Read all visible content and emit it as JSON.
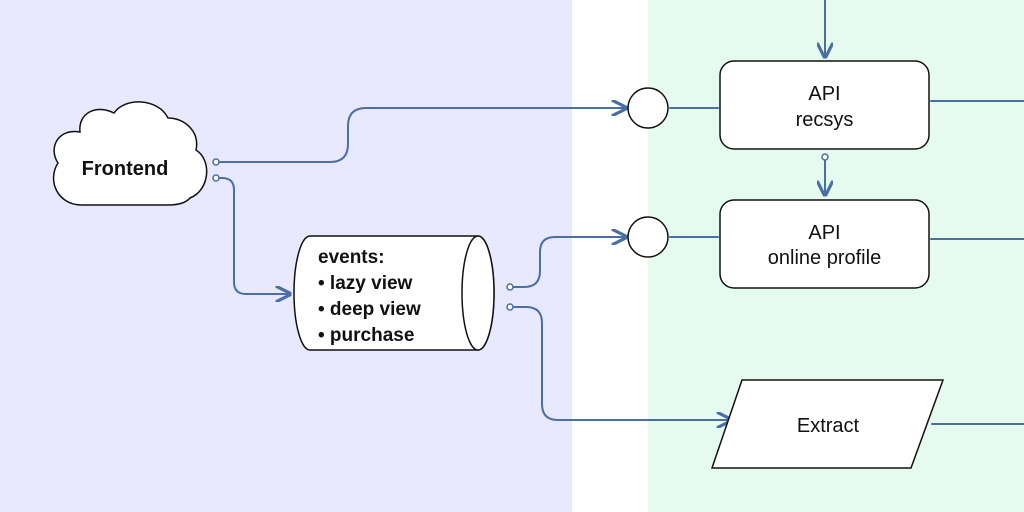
{
  "colors": {
    "left_zone": "#e8e8ff",
    "right_zone": "#e6fbef",
    "edge": "#4a6fa5",
    "node_stroke": "#111111",
    "node_fill": "#ffffff"
  },
  "nodes": {
    "frontend": {
      "label": "Frontend",
      "shape": "cloud"
    },
    "events": {
      "title": "events:",
      "items": [
        "• lazy view",
        "• deep view",
        "• purchase"
      ],
      "shape": "cylinder"
    },
    "api_recsys": {
      "line1": "API",
      "line2": "recsys",
      "shape": "rounded-rect"
    },
    "api_online_profile": {
      "line1": "API",
      "line2": "online profile",
      "shape": "rounded-rect"
    },
    "extract": {
      "label": "Extract",
      "shape": "parallelogram"
    },
    "port_top": {
      "shape": "circle"
    },
    "port_bottom": {
      "shape": "circle"
    }
  },
  "edges": [
    {
      "from": "frontend",
      "to": "port_top"
    },
    {
      "from": "frontend",
      "to": "events"
    },
    {
      "from": "events",
      "to": "port_bottom"
    },
    {
      "from": "events",
      "to": "extract"
    },
    {
      "from": "api_recsys",
      "to": "api_online_profile"
    },
    {
      "from": "offscreen-top",
      "to": "api_recsys"
    }
  ]
}
